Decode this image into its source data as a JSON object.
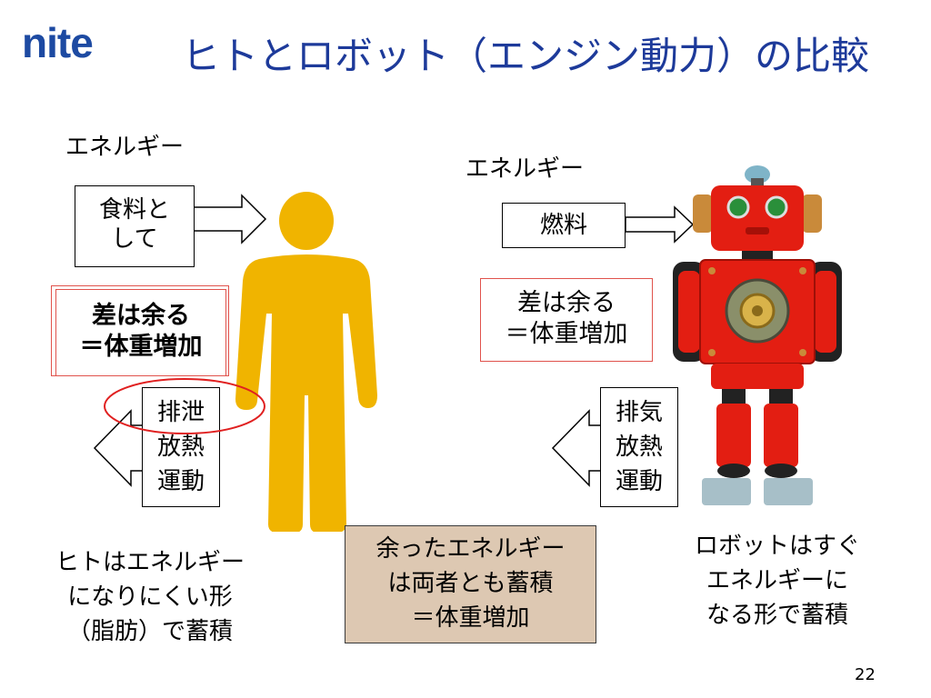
{
  "logo": "nite",
  "title": "ヒトとロボット（エンジン動力）の比較",
  "human": {
    "energy_label": "エネルギー",
    "input_line1": "食料と",
    "input_line2": "して",
    "surplus_line1": "差は余る",
    "surplus_line2": "＝体重増加",
    "output_line1": "排泄",
    "output_line2": "放熱",
    "output_line3": "運動",
    "caption_line1": "ヒトはエネルギー",
    "caption_line2": "になりにくい形",
    "caption_line3": "（脂肪）で蓄積"
  },
  "robot": {
    "energy_label": "エネルギー",
    "input": "燃料",
    "surplus_line1": "差は余る",
    "surplus_line2": "＝体重増加",
    "output_line1": "排気",
    "output_line2": "放熱",
    "output_line3": "運動",
    "caption_line1": "ロボットはすぐ",
    "caption_line2": "エネルギーに",
    "caption_line3": "なる形で蓄積"
  },
  "center_note": {
    "line1": "余ったエネルギー",
    "line2": "は両者とも蓄積",
    "line3": "＝体重増加"
  },
  "page_number": "22",
  "colors": {
    "title": "#1d3a9a",
    "logo": "#1d4aa2",
    "human_figure": "#f0b400",
    "highlight_circle": "#e02020",
    "robot_body": "#e31e12",
    "note_background": "#ddc8b2"
  }
}
